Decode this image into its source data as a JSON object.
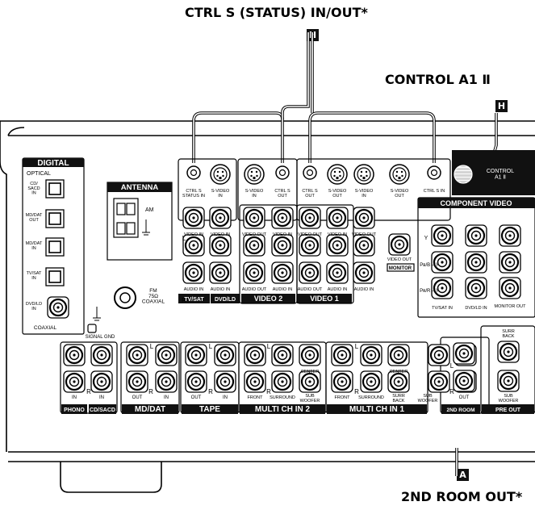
{
  "callouts": {
    "ctrl_s_status": "CTRL S (STATUS) IN/OUT*",
    "control_a1": "CONTROL A1 Ⅱ",
    "second_room_out": "2ND ROOM OUT*"
  },
  "badges": {
    "h": "H",
    "a": "A"
  },
  "panel": {
    "digital": {
      "title": "DIGITAL",
      "optical": "OPTICAL",
      "cd_sacd_in": [
        "CD/",
        "SACD",
        "IN"
      ],
      "md_dat_out": [
        "MD/DAT",
        "OUT"
      ],
      "md_dat_in": [
        "MD/DAT",
        "IN"
      ],
      "tv_sat_in": [
        "TV/SAT",
        "IN"
      ],
      "dvd_ld_in": [
        "DVD/LD",
        "IN"
      ],
      "coaxial": "COAXIAL"
    },
    "antenna": {
      "title": "ANTENNA",
      "am": "AM",
      "fm": [
        "FM",
        "75Ω",
        "COAXIAL"
      ],
      "signal_gnd": "SIGNAL GND"
    },
    "top_jacks": [
      [
        "CTRL S",
        "STATUS IN"
      ],
      [
        "S-VIDEO",
        "IN"
      ],
      [
        "S-VIDEO",
        "IN"
      ],
      [
        "CTRL S",
        "OUT"
      ],
      [
        "CTRL S",
        "OUT"
      ],
      [
        "S-VIDEO",
        "OUT"
      ],
      [
        "S-VIDEO",
        "IN"
      ],
      [
        "S-VIDEO",
        "OUT"
      ],
      [
        "CTRL S IN"
      ]
    ],
    "control_a1": [
      "CONTROL",
      "A1 Ⅱ"
    ],
    "video_labels": [
      "VIDEO IN",
      "VIDEO IN",
      "VIDEO OUT",
      "VIDEO IN",
      "VIDEO OUT",
      "VIDEO IN",
      "VIDEO OUT"
    ],
    "audio_labels": [
      "AUDIO IN",
      "AUDIO IN",
      "AUDIO OUT",
      "AUDIO IN",
      "AUDIO OUT",
      "AUDIO IN"
    ],
    "side_l": "L",
    "side_r": "R",
    "groups": [
      "TV/SAT",
      "DVD/LD",
      "VIDEO 2",
      "VIDEO 1"
    ],
    "monitor": "MONITOR",
    "component_video": {
      "title": "COMPONENT VIDEO",
      "y": "Y",
      "pb": "Pʙ/B – Y",
      "pr": "Pʀ/R – Y",
      "columns": [
        "TV/SAT IN",
        "DVD/LD IN",
        "MONITOR OUT"
      ]
    },
    "bottom": {
      "phono": "PHONO",
      "cd_sacd": "CD/SACD",
      "md_dat": "MD/DAT",
      "tape": "TAPE",
      "multi_ch_in_2": "MULTI CH IN 2",
      "multi_ch_in_1": "MULTI CH IN 1",
      "second_room": "2ND ROOM",
      "pre_out": "PRE OUT",
      "in": "IN",
      "out": "OUT",
      "front": "FRONT",
      "surround": "SURROUND",
      "center": "CENTER",
      "sub_woofer": [
        "SUB",
        "WOOFER"
      ],
      "surr_back": [
        "SURR",
        "BACK"
      ]
    }
  }
}
